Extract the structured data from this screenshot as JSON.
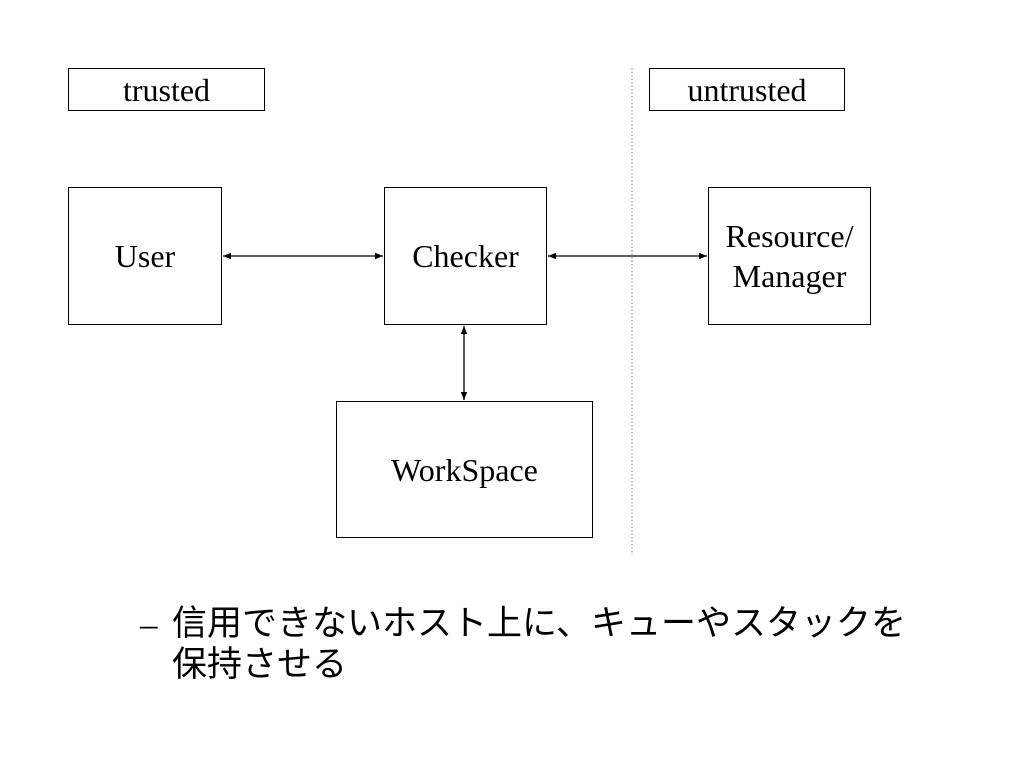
{
  "zones": {
    "trusted": "trusted",
    "untrusted": "untrusted"
  },
  "nodes": {
    "user": "User",
    "checker": "Checker",
    "resource_manager_lines": [
      "Resource/",
      "Manager"
    ],
    "workspace": "WorkSpace"
  },
  "bullet": {
    "marker": "–",
    "lines": [
      "信用できないホスト上に、キューやスタックを",
      "保持させる"
    ]
  },
  "colors": {
    "stroke": "#000000",
    "divider": "#8a8a8a",
    "background": "#ffffff"
  }
}
